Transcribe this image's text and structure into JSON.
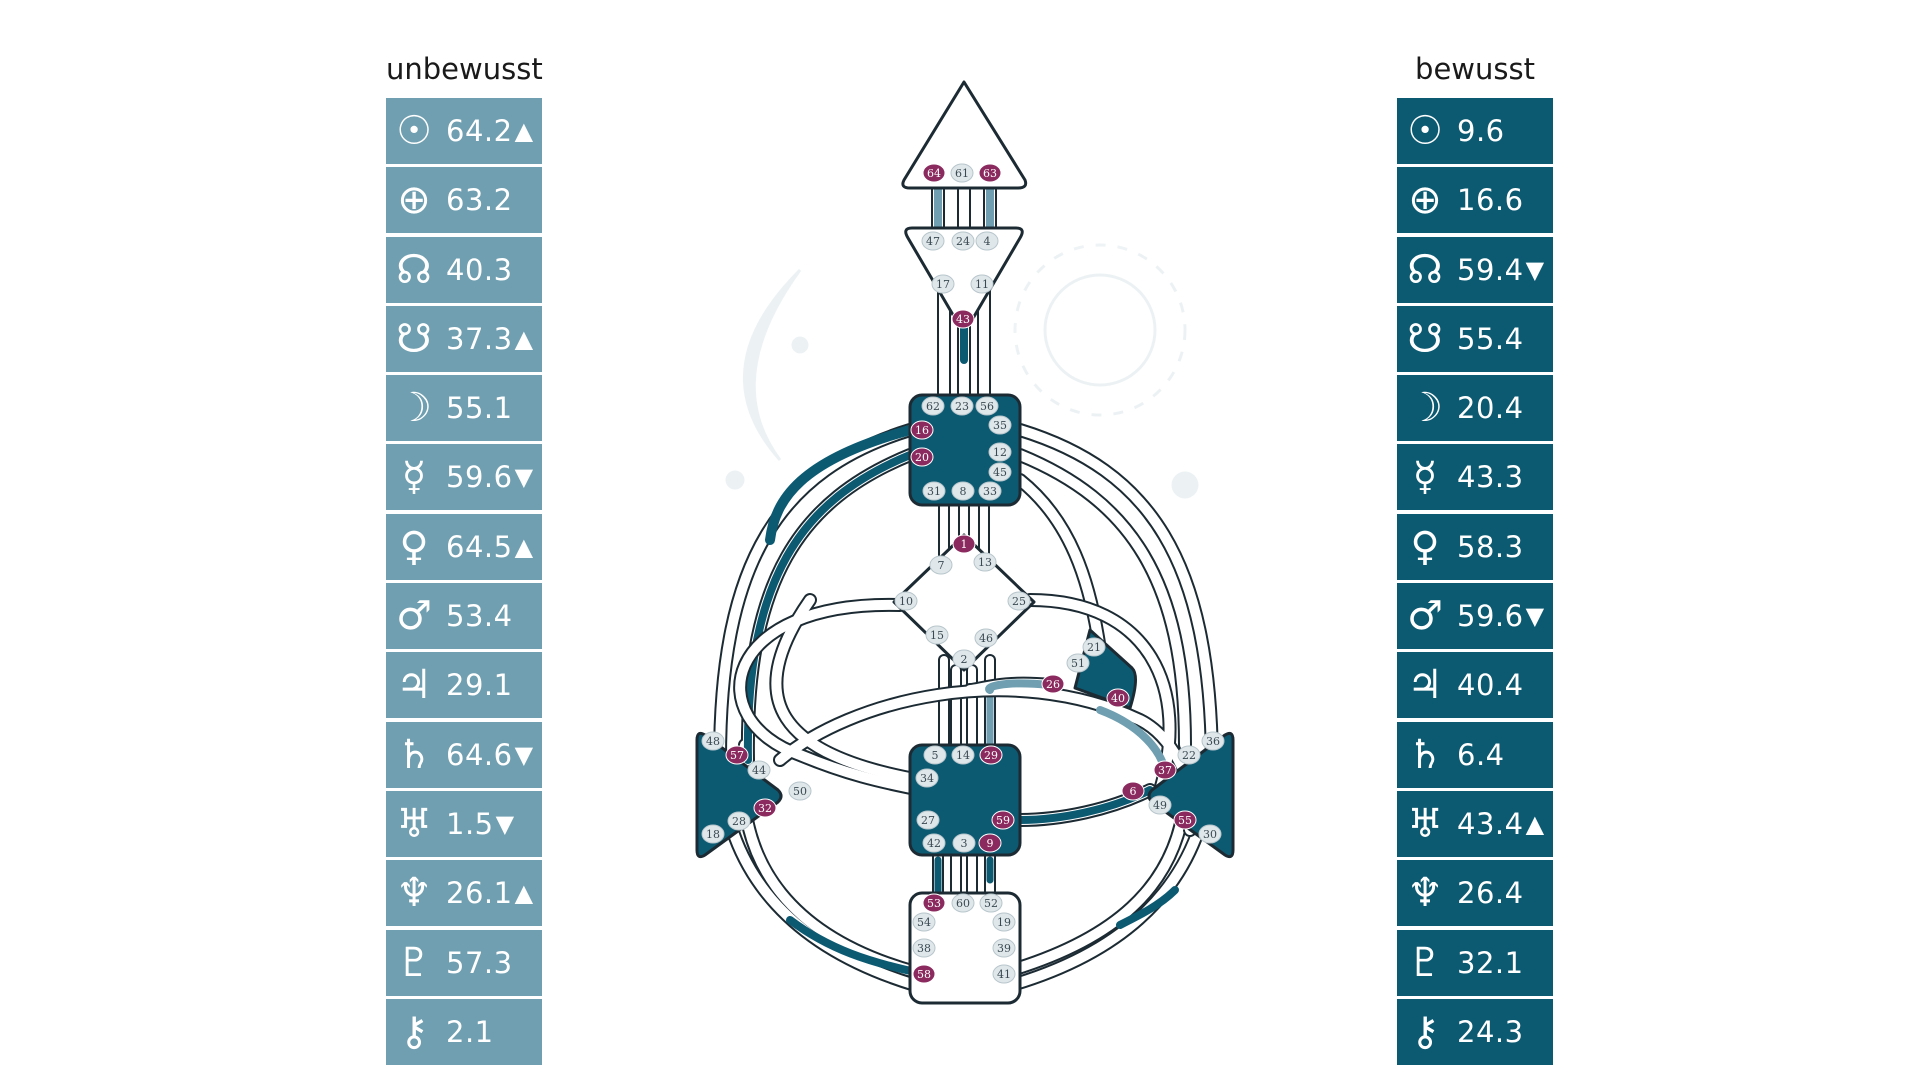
{
  "columns": {
    "unconscious": {
      "title": "unbewusst",
      "rows": [
        {
          "symbol": "☉",
          "icon": "sun-icon",
          "value": "64.2",
          "arrow": "▲"
        },
        {
          "symbol": "⊕",
          "icon": "earth-icon",
          "value": "63.2",
          "arrow": ""
        },
        {
          "symbol": "☊",
          "icon": "north-node-icon",
          "value": "40.3",
          "arrow": ""
        },
        {
          "symbol": "☋",
          "icon": "south-node-icon",
          "value": "37.3",
          "arrow": "▲"
        },
        {
          "symbol": "☽",
          "icon": "moon-icon",
          "value": "55.1",
          "arrow": ""
        },
        {
          "symbol": "☿",
          "icon": "mercury-icon",
          "value": "59.6",
          "arrow": "▼"
        },
        {
          "symbol": "♀",
          "icon": "venus-icon",
          "value": "64.5",
          "arrow": "▲"
        },
        {
          "symbol": "♂",
          "icon": "mars-icon",
          "value": "53.4",
          "arrow": ""
        },
        {
          "symbol": "♃",
          "icon": "jupiter-icon",
          "value": "29.1",
          "arrow": ""
        },
        {
          "symbol": "♄",
          "icon": "saturn-icon",
          "value": "64.6",
          "arrow": "▼"
        },
        {
          "symbol": "♅",
          "icon": "uranus-icon",
          "value": "1.5",
          "arrow": "▼"
        },
        {
          "symbol": "♆",
          "icon": "neptune-icon",
          "value": "26.1",
          "arrow": "▲"
        },
        {
          "symbol": "♇",
          "icon": "pluto-icon",
          "value": "57.3",
          "arrow": ""
        },
        {
          "symbol": "⚷",
          "icon": "chiron-icon",
          "value": "2.1",
          "arrow": ""
        }
      ]
    },
    "conscious": {
      "title": "bewusst",
      "rows": [
        {
          "symbol": "☉",
          "icon": "sun-icon",
          "value": "9.6",
          "arrow": ""
        },
        {
          "symbol": "⊕",
          "icon": "earth-icon",
          "value": "16.6",
          "arrow": ""
        },
        {
          "symbol": "☊",
          "icon": "north-node-icon",
          "value": "59.4",
          "arrow": "▼"
        },
        {
          "symbol": "☋",
          "icon": "south-node-icon",
          "value": "55.4",
          "arrow": ""
        },
        {
          "symbol": "☽",
          "icon": "moon-icon",
          "value": "20.4",
          "arrow": ""
        },
        {
          "symbol": "☿",
          "icon": "mercury-icon",
          "value": "43.3",
          "arrow": ""
        },
        {
          "symbol": "♀",
          "icon": "venus-icon",
          "value": "58.3",
          "arrow": ""
        },
        {
          "symbol": "♂",
          "icon": "mars-icon",
          "value": "59.6",
          "arrow": "▼"
        },
        {
          "symbol": "♃",
          "icon": "jupiter-icon",
          "value": "40.4",
          "arrow": ""
        },
        {
          "symbol": "♄",
          "icon": "saturn-icon",
          "value": "6.4",
          "arrow": ""
        },
        {
          "symbol": "♅",
          "icon": "uranus-icon",
          "value": "43.4",
          "arrow": "▲"
        },
        {
          "symbol": "♆",
          "icon": "neptune-icon",
          "value": "26.4",
          "arrow": ""
        },
        {
          "symbol": "♇",
          "icon": "pluto-icon",
          "value": "32.1",
          "arrow": ""
        },
        {
          "symbol": "⚷",
          "icon": "chiron-icon",
          "value": "24.3",
          "arrow": ""
        }
      ]
    }
  },
  "colors": {
    "unconscious": "#6f9fb0",
    "conscious": "#0c5a72",
    "active_gate": "#8b2a5e",
    "inactive_gate": "#dfe7ea",
    "defined_center": "#0c5a72",
    "outline": "#1c2b33"
  },
  "bodygraph": {
    "centers": [
      {
        "id": "head",
        "defined": false,
        "gates": [
          {
            "n": "64",
            "active": true
          },
          {
            "n": "61",
            "active": false
          },
          {
            "n": "63",
            "active": true
          }
        ]
      },
      {
        "id": "ajna",
        "defined": false,
        "gates": [
          {
            "n": "47",
            "active": false
          },
          {
            "n": "24",
            "active": false
          },
          {
            "n": "4",
            "active": false
          },
          {
            "n": "17",
            "active": false
          },
          {
            "n": "11",
            "active": false
          },
          {
            "n": "43",
            "active": true
          }
        ]
      },
      {
        "id": "throat",
        "defined": true,
        "gates": [
          {
            "n": "62",
            "active": false
          },
          {
            "n": "23",
            "active": false
          },
          {
            "n": "56",
            "active": false
          },
          {
            "n": "16",
            "active": true
          },
          {
            "n": "35",
            "active": false
          },
          {
            "n": "20",
            "active": true
          },
          {
            "n": "12",
            "active": false
          },
          {
            "n": "45",
            "active": false
          },
          {
            "n": "31",
            "active": false
          },
          {
            "n": "8",
            "active": false
          },
          {
            "n": "33",
            "active": false
          }
        ]
      },
      {
        "id": "g",
        "defined": false,
        "gates": [
          {
            "n": "1",
            "active": true
          },
          {
            "n": "7",
            "active": false
          },
          {
            "n": "13",
            "active": false
          },
          {
            "n": "10",
            "active": false
          },
          {
            "n": "25",
            "active": false
          },
          {
            "n": "15",
            "active": false
          },
          {
            "n": "46",
            "active": false
          },
          {
            "n": "2",
            "active": false
          }
        ]
      },
      {
        "id": "ego",
        "defined": true,
        "gates": [
          {
            "n": "21",
            "active": false
          },
          {
            "n": "51",
            "active": false
          },
          {
            "n": "26",
            "active": true
          },
          {
            "n": "40",
            "active": true
          }
        ]
      },
      {
        "id": "spleen",
        "defined": true,
        "gates": [
          {
            "n": "48",
            "active": false
          },
          {
            "n": "57",
            "active": true
          },
          {
            "n": "44",
            "active": false
          },
          {
            "n": "50",
            "active": false
          },
          {
            "n": "32",
            "active": true
          },
          {
            "n": "28",
            "active": false
          },
          {
            "n": "18",
            "active": false
          }
        ]
      },
      {
        "id": "sacral",
        "defined": true,
        "gates": [
          {
            "n": "5",
            "active": false
          },
          {
            "n": "14",
            "active": false
          },
          {
            "n": "29",
            "active": true
          },
          {
            "n": "34",
            "active": false
          },
          {
            "n": "27",
            "active": false
          },
          {
            "n": "59",
            "active": true
          },
          {
            "n": "42",
            "active": false
          },
          {
            "n": "3",
            "active": false
          },
          {
            "n": "9",
            "active": true
          }
        ]
      },
      {
        "id": "solar-plexus",
        "defined": true,
        "gates": [
          {
            "n": "36",
            "active": false
          },
          {
            "n": "22",
            "active": false
          },
          {
            "n": "37",
            "active": true
          },
          {
            "n": "6",
            "active": true
          },
          {
            "n": "49",
            "active": false
          },
          {
            "n": "55",
            "active": true
          },
          {
            "n": "30",
            "active": false
          }
        ]
      },
      {
        "id": "root",
        "defined": false,
        "gates": [
          {
            "n": "53",
            "active": true
          },
          {
            "n": "60",
            "active": false
          },
          {
            "n": "52",
            "active": false
          },
          {
            "n": "54",
            "active": false
          },
          {
            "n": "19",
            "active": false
          },
          {
            "n": "38",
            "active": false
          },
          {
            "n": "39",
            "active": false
          },
          {
            "n": "58",
            "active": true
          },
          {
            "n": "41",
            "active": false
          }
        ]
      }
    ]
  }
}
